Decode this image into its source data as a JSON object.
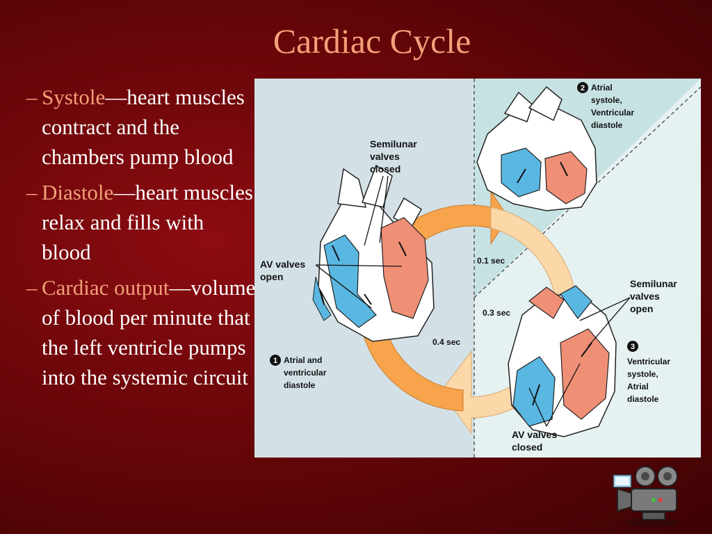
{
  "title": "Cardiac Cycle",
  "bullets": [
    {
      "dash": "–",
      "term": "Systole",
      "sep": "—",
      "text": "heart muscles contract and the chambers pump blood"
    },
    {
      "dash": "–",
      "term": "Diastole",
      "sep": "—",
      "text": "heart muscles relax and fills with blood"
    },
    {
      "dash": "–",
      "term": "Cardiac output",
      "sep": "—",
      "text": "volume of blood per minute that the left ventricle pumps into the systemic circuit"
    }
  ],
  "diagram": {
    "phase1": {
      "number": "1",
      "line1": "Atrial and",
      "line2": "ventricular",
      "line3": "diastole"
    },
    "phase2": {
      "number": "2",
      "line1": "Atrial",
      "line2": "systole,",
      "line3": "Ventricular",
      "line4": "diastole"
    },
    "phase3": {
      "number": "3",
      "line1": "Ventricular",
      "line2": "systole,",
      "line3": "Atrial",
      "line4": "diastole"
    },
    "semilunar_closed": [
      "Semilunar",
      "valves",
      "closed"
    ],
    "semilunar_open": [
      "Semilunar",
      "valves",
      "open"
    ],
    "av_open": [
      "AV valves",
      "open"
    ],
    "av_closed": [
      "AV valves",
      "closed"
    ],
    "times": {
      "t01": "0.1 sec",
      "t03": "0.3 sec",
      "t04": "0.4 sec"
    }
  },
  "colors": {
    "accent": "#f2a079",
    "background": "#6a0609",
    "panel_left": "#d3e1e6",
    "panel_right": "#e6f1f1",
    "oxygenated": "#ef8f76",
    "deoxygenated": "#5ab7e2",
    "arrow_orange": "#f7a44c",
    "arrow_light": "#fcd7a8"
  },
  "icons": {
    "media": "video-camera-icon"
  }
}
